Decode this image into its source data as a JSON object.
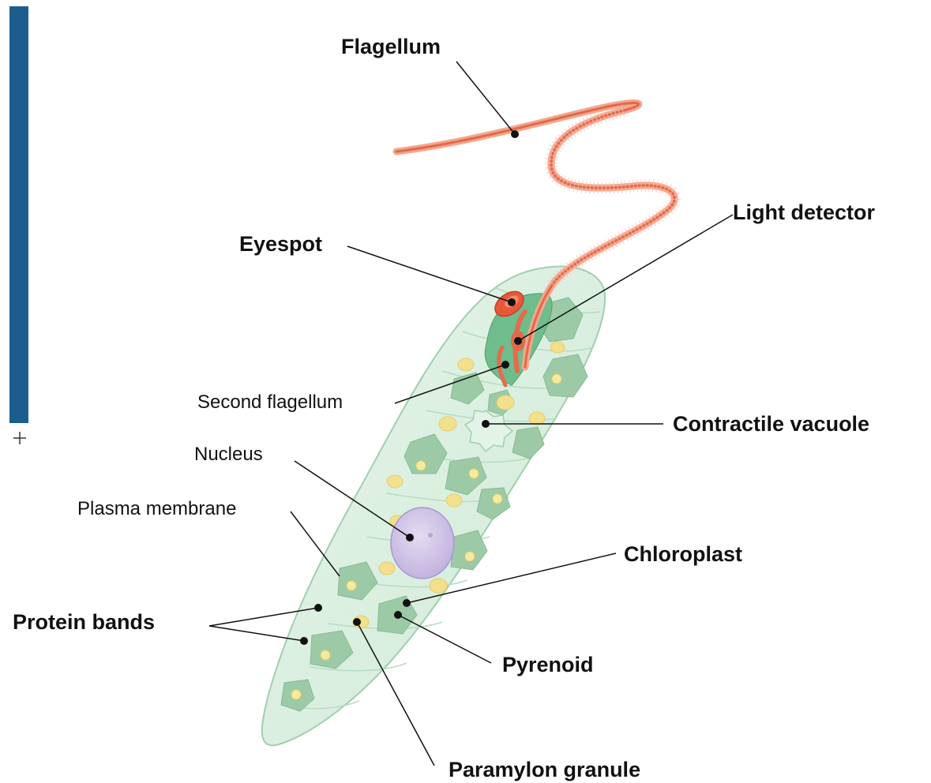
{
  "labels": {
    "flagellum": "Flagellum",
    "light_detector": "Light detector",
    "eyespot": "Eyespot",
    "second_flagellum": "Second flagellum",
    "contractile_vacuole": "Contractile vacuole",
    "nucleus": "Nucleus",
    "plasma_membrane": "Plasma membrane",
    "chloroplast": "Chloroplast",
    "protein_bands": "Protein bands",
    "pyrenoid": "Pyrenoid",
    "paramylon_granule": "Paramylon granule"
  },
  "colors": {
    "sidebar": "#1d5d8e",
    "cell_body": "#d6eedc",
    "cell_outline": "#9fcfae",
    "chloroplast": "#8fc49c",
    "granule": "#f3e08c",
    "flagellum": "#f08a6a",
    "eyespot": "#e8573a",
    "nucleus": "#d5cbe8",
    "leader_line": "#111111"
  }
}
